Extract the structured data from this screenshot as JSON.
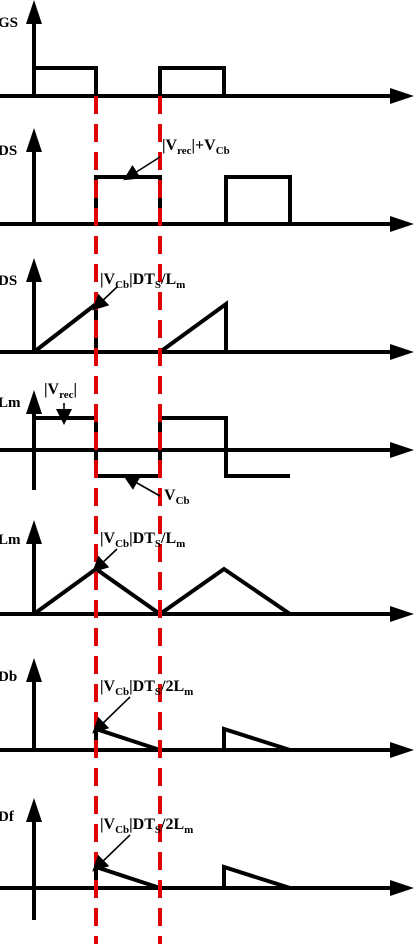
{
  "panels": [
    {
      "id": "vgs",
      "label": "GS",
      "annotation": null
    },
    {
      "id": "vds",
      "label": "DS",
      "annotation": {
        "main": "|V",
        "sub": "rec",
        "tail": "|+V",
        "sub2": "Cb"
      }
    },
    {
      "id": "ids",
      "label": "DS",
      "annotation": {
        "main": "|V",
        "sub": "Cb",
        "tail": "|DT",
        "sub2": "S",
        "tail2": "/L",
        "sub3": "m"
      }
    },
    {
      "id": "vlm",
      "label": "Lm",
      "annotation": {
        "main": "|V",
        "sub": "rec",
        "tail": "|"
      },
      "annotation2": {
        "main": "V",
        "sub": "Cb"
      }
    },
    {
      "id": "ilm",
      "label": "Lm",
      "annotation": {
        "main": "|V",
        "sub": "Cb",
        "tail": "|DT",
        "sub2": "S",
        "tail2": "/L",
        "sub3": "m"
      }
    },
    {
      "id": "idb",
      "label": "Db",
      "annotation": {
        "main": "|V",
        "sub": "Cb",
        "tail": "|DT",
        "sub2": "S",
        "tail2": "/2L",
        "sub3": "m"
      }
    },
    {
      "id": "idf",
      "label": "Df",
      "annotation": {
        "main": "|V",
        "sub": "Cb",
        "tail": "|DT",
        "sub2": "S",
        "tail2": "/2L",
        "sub3": "m"
      }
    }
  ],
  "colors": {
    "trace": "#000000",
    "marker": "#e00000",
    "background": "#ffffff"
  }
}
